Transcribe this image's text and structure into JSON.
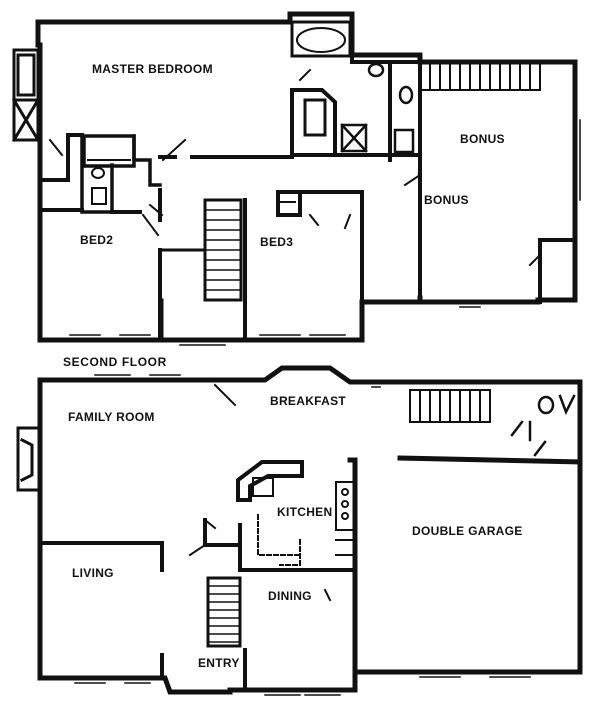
{
  "floors": {
    "second": {
      "title": "SECOND FLOOR",
      "rooms": {
        "master_bedroom": "MASTER BEDROOM",
        "bonus_upper": "BONUS",
        "bonus_lower": "BONUS",
        "bed2": "BED2",
        "bed3": "BED3"
      }
    },
    "first": {
      "rooms": {
        "family_room": "FAMILY ROOM",
        "breakfast": "BREAKFAST",
        "kitchen": "KITCHEN",
        "double_garage": "DOUBLE GARAGE",
        "living": "LIVING",
        "dining": "DINING",
        "entry": "ENTRY"
      }
    }
  },
  "style": {
    "wall_color": "#111111",
    "background": "#ffffff"
  }
}
